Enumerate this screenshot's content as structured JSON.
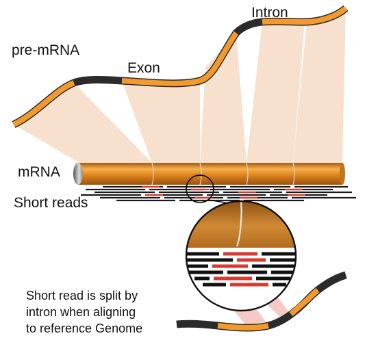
{
  "labels": {
    "pre_mrna": "pre-mRNA",
    "exon": "Exon",
    "intron": "Intron",
    "mrna": "mRNA",
    "short_reads": "Short reads",
    "caption_lines": [
      "Short read is split by",
      "intron when aligning",
      "to reference Genome"
    ]
  },
  "colors": {
    "exon": "#f29a2e",
    "intron": "#2b2b2b",
    "projection": "#f6dcc6",
    "split_read": "#d63a2f",
    "read": "#1a1a1a",
    "tube_light": "#f6b04a",
    "tube_dark": "#a65a10"
  }
}
